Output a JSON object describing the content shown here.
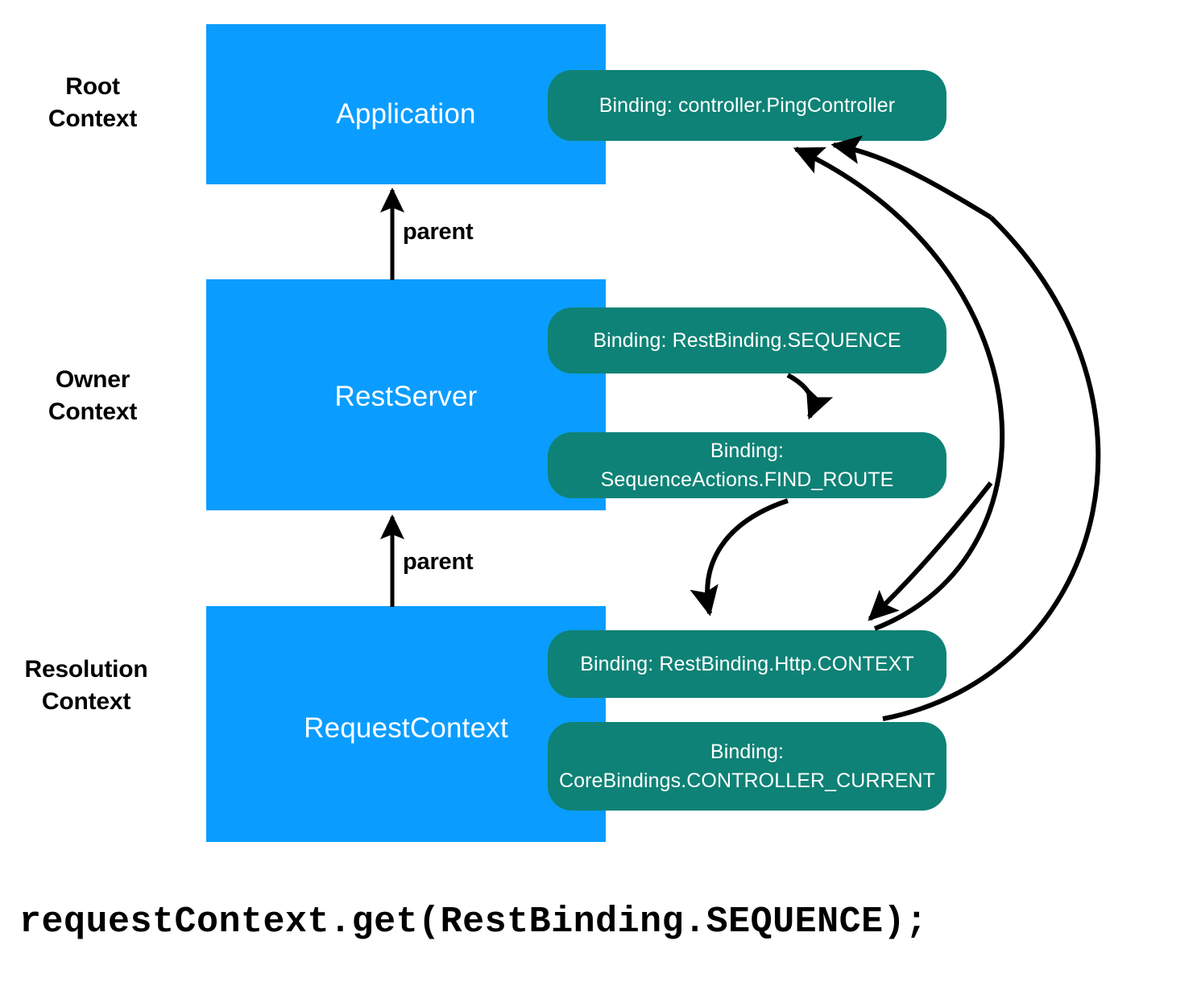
{
  "diagram": {
    "title": "LoopBack context resolution diagram",
    "colors": {
      "context_box": "#0a9dff",
      "binding_pill": "#0e8276",
      "arrow": "#000000",
      "text_on_fill": "#ffffff",
      "text": "#000000",
      "background": "#ffffff"
    },
    "context_labels": [
      {
        "id": "root",
        "text": "Root\nContext"
      },
      {
        "id": "owner",
        "text": "Owner\nContext"
      },
      {
        "id": "resolution",
        "text": "Resolution\nContext"
      }
    ],
    "context_boxes": [
      {
        "id": "application",
        "title": "Application"
      },
      {
        "id": "restserver",
        "title": "RestServer"
      },
      {
        "id": "requestcontext",
        "title": "RequestContext"
      }
    ],
    "bindings": [
      {
        "id": "pingcontroller",
        "label": "Binding: controller.PingController"
      },
      {
        "id": "sequence",
        "label": "Binding: RestBinding.SEQUENCE"
      },
      {
        "id": "findroute",
        "label": "Binding: SequenceActions.FIND_ROUTE"
      },
      {
        "id": "httpcontext",
        "label": "Binding: RestBinding.Http.CONTEXT"
      },
      {
        "id": "controllercurrent",
        "label": "Binding:\nCoreBindings.CONTROLLER_CURRENT"
      }
    ],
    "relations": [
      {
        "id": "parent-restserver-to-application",
        "label": "parent"
      },
      {
        "id": "parent-requestcontext-to-restserver",
        "label": "parent"
      }
    ],
    "code_caption": "requestContext.get(RestBinding.SEQUENCE);"
  }
}
